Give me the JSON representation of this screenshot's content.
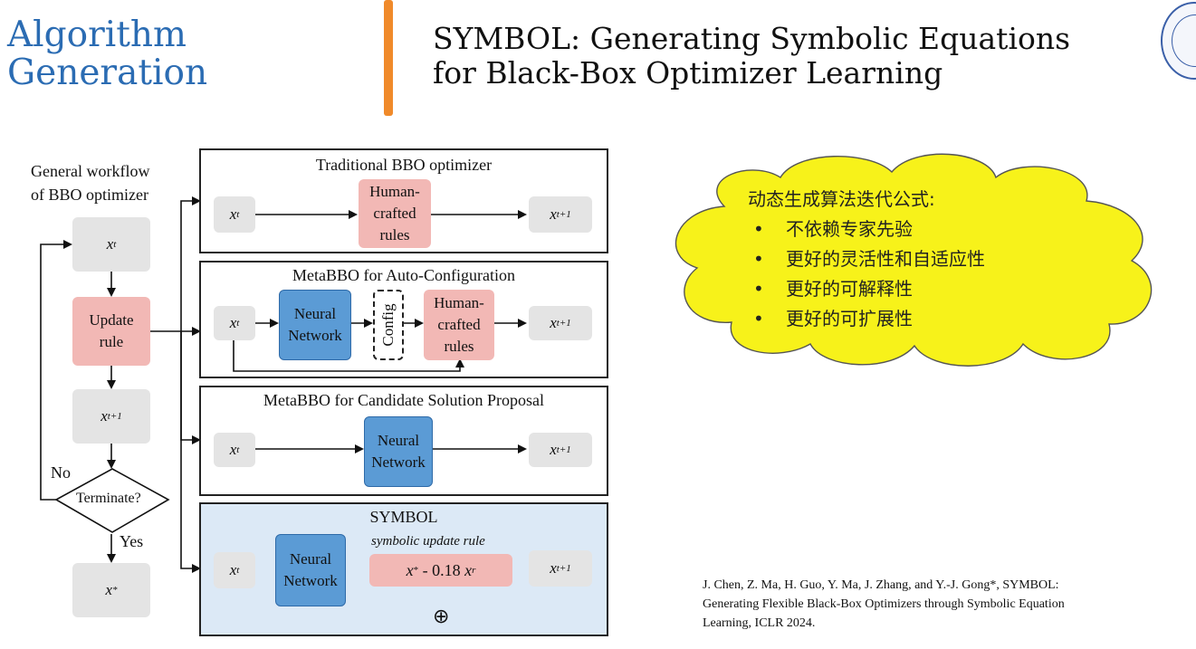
{
  "header": {
    "section_line1": "Algorithm",
    "section_line2": "Generation",
    "title_line1": "SYMBOL: Generating Symbolic Equations",
    "title_line2": "for Black-Box Optimizer Learning"
  },
  "workflow": {
    "title_line1": "General workflow",
    "title_line2": "of BBO optimizer",
    "xt": "x",
    "xt_sup": "t",
    "update_line1": "Update",
    "update_line2": "rule",
    "xt1": "x",
    "xt1_sup": "t+1",
    "terminate": "Terminate?",
    "no": "No",
    "yes": "Yes",
    "xstar": "x",
    "xstar_sup": "*"
  },
  "panels": {
    "traditional": {
      "title": "Traditional BBO optimizer",
      "rule_line1": "Human-",
      "rule_line2": "crafted",
      "rule_line3": "rules"
    },
    "autoconfig": {
      "title": "MetaBBO for Auto-Configuration",
      "nn_line1": "Neural",
      "nn_line2": "Network",
      "config": "Config",
      "rule_line1": "Human-",
      "rule_line2": "crafted",
      "rule_line3": "rules"
    },
    "candidate": {
      "title": "MetaBBO for Candidate Solution Proposal",
      "nn_line1": "Neural",
      "nn_line2": "Network"
    },
    "symbol": {
      "title": "SYMBOL",
      "nn_line1": "Neural",
      "nn_line2": "Network",
      "rule_caption": "symbolic update rule",
      "equation_left": "x",
      "equation_sup": "*",
      "equation_mid": " - 0.18 ",
      "equation_var": "x",
      "equation_sub": "r",
      "plus": "⊕"
    },
    "x_label": "x",
    "x_sup": "t",
    "x_next_sup": "t+1"
  },
  "cloud": {
    "heading": "动态生成算法迭代公式:",
    "items": [
      "不依赖专家先验",
      "更好的灵活性和自适应性",
      "更好的可解释性",
      "更好的可扩展性"
    ],
    "fill_color": "#f7f21a"
  },
  "citation": {
    "line1": "J. Chen, Z. Ma, H. Guo, Y. Ma, J. Zhang, and Y.-J. Gong*, SYMBOL:",
    "line2": "Generating Flexible Black-Box Optimizers through Symbolic Equation",
    "line3": "Learning, ICLR 2024."
  },
  "colors": {
    "accent_blue": "#2b6cb3",
    "orange_bar": "#f08a2a",
    "rule_pink": "#f2b8b5",
    "network_blue": "#5b9bd5",
    "symbol_panel": "#dce9f6"
  }
}
